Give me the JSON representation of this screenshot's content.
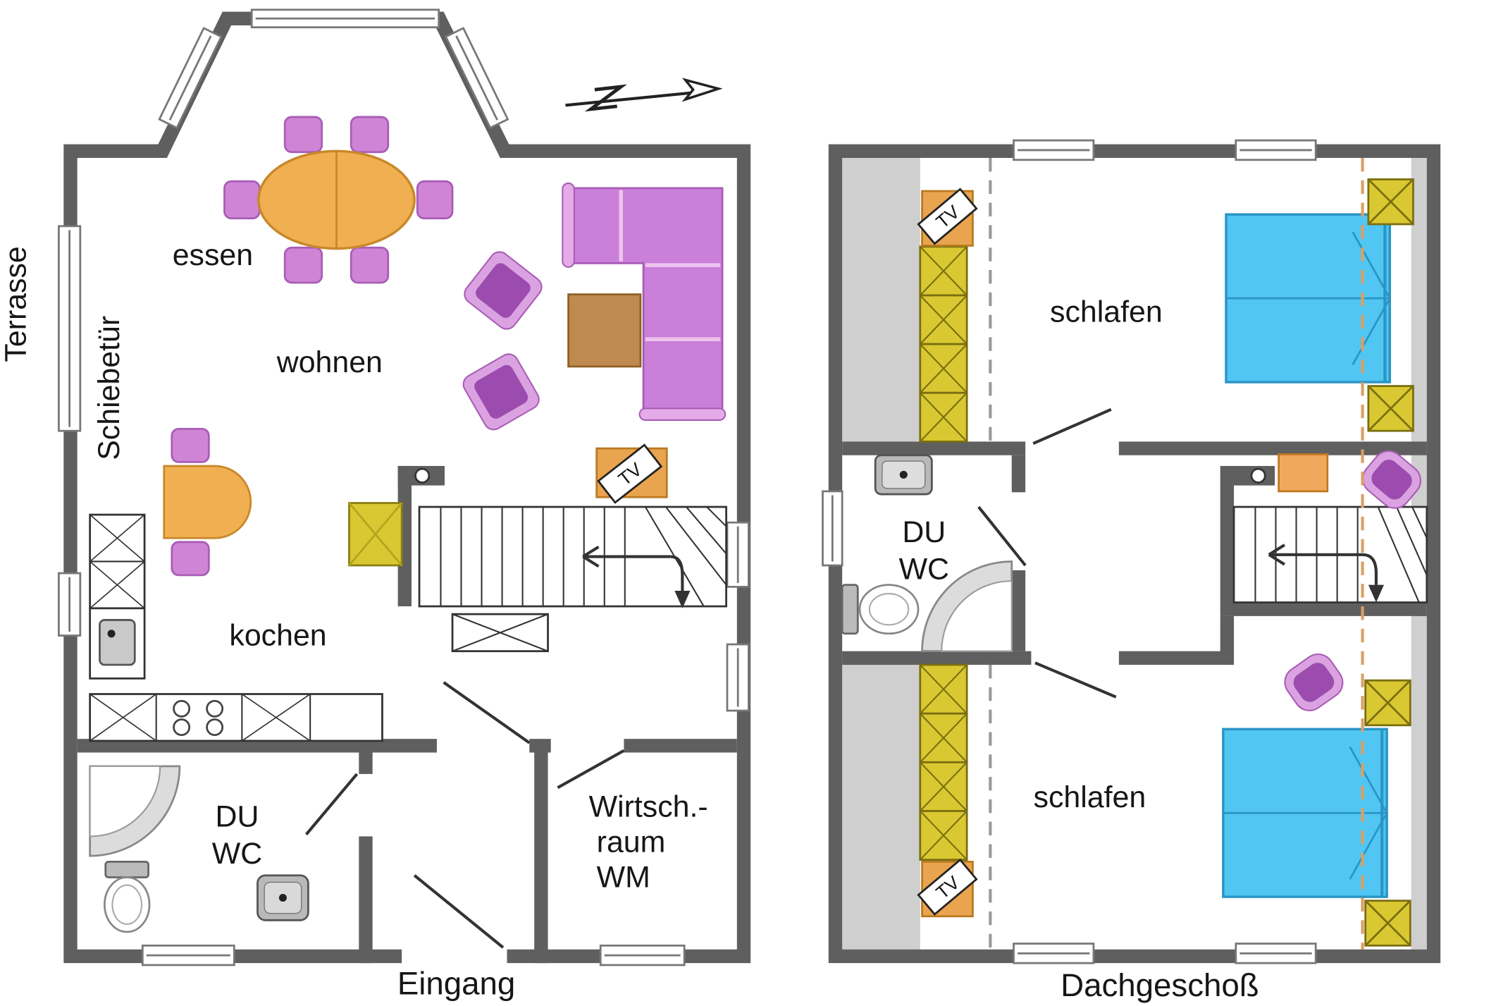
{
  "ground_floor": {
    "room_labels": {
      "dining": "essen",
      "living": "wohnen",
      "kitchen": "kochen",
      "bath": [
        "DU",
        "WC"
      ],
      "utility": [
        "Wirtsch.-",
        "raum",
        "WM"
      ]
    },
    "annotations": {
      "terrace": "Terrasse",
      "sliding_door": "Schiebetür",
      "entrance": "Eingang",
      "tv": "TV"
    }
  },
  "upper_floor": {
    "room_labels": {
      "bedroom_top": "schlafen",
      "bedroom_bottom": "schlafen",
      "bath": [
        "DU",
        "WC"
      ]
    },
    "annotations": {
      "floor_name": "Dachgeschoß",
      "tv_top": "TV",
      "tv_bottom": "TV"
    }
  },
  "colors": {
    "walls": "#5f5f5f",
    "furniture_purple": "#cf84d6",
    "armchair_purple": "#9b4cae",
    "table_orange": "#f0b052",
    "bed_blue": "#52c6f2",
    "cabinet_yellow": "#d9c831",
    "wood_brown": "#bf8a50",
    "roof_slope_gray": "#cfcfcf"
  }
}
